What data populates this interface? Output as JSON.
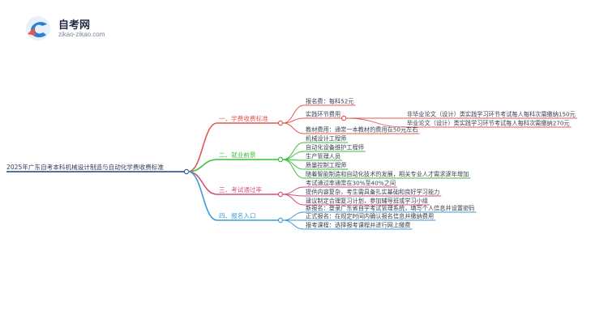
{
  "logo": {
    "title": "自考网",
    "url": "zikao-zikao.com"
  },
  "root": "2025年广东自考本科机械设计制造与自动化学费收费标准",
  "branches": [
    {
      "label": "一、学费收费标准",
      "color": "#e0584f",
      "children": [
        {
          "text": "报名费：每科52元"
        },
        {
          "text": "实践环节费用",
          "children": [
            {
              "text": "非毕业论文（设计）类实践学习环节考试每人每科次需缴纳150元"
            },
            {
              "text": "毕业论文（设计）类实践学习环节考试每人每科次需缴纳270元"
            }
          ]
        },
        {
          "text": "教材费用：通常一本教材的费用在50元左右"
        }
      ]
    },
    {
      "label": "二、就业前景",
      "color": "#3cbf3c",
      "children": [
        {
          "text": "机械设计工程师"
        },
        {
          "text": "自动化设备维护工程师"
        },
        {
          "text": "生产管理人员"
        },
        {
          "text": "质量控制工程师"
        },
        {
          "text": "随着智能制造和自动化技术的发展，相关专业人才需求逐年增加"
        }
      ]
    },
    {
      "label": "三、考试通过率",
      "color": "#d44f7e",
      "children": [
        {
          "text": "考试通过率通常在30%至40%之间"
        },
        {
          "text": "提供内容复杂，考生需具备扎实基础和良好学习能力"
        },
        {
          "text": "建议制定合理复习计划，参加辅导班或学习小组"
        }
      ]
    },
    {
      "label": "四、报名入口",
      "color": "#3e9bd6",
      "children": [
        {
          "text": "新报名：登录广东省自学考试管理系统，填写个人信息并设置密码"
        },
        {
          "text": "正式报名：在规定时间内确认报名信息并缴纳费用"
        },
        {
          "text": "报考课程：选择报考课程并进行网上缴费"
        }
      ]
    }
  ]
}
